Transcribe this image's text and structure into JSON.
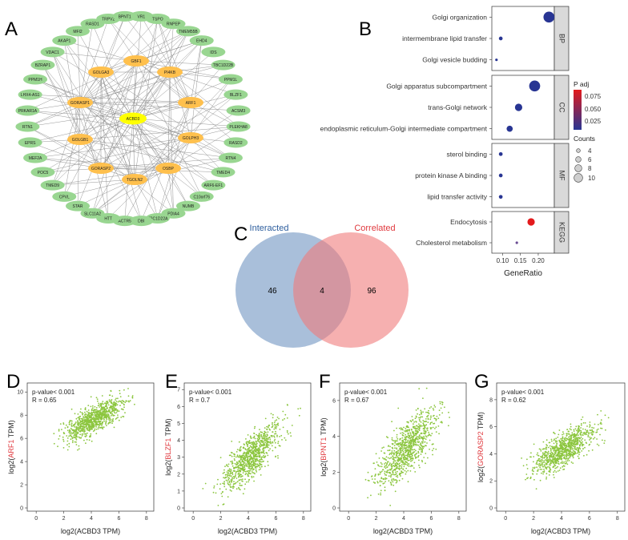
{
  "panels": {
    "A": "A",
    "B": "B",
    "C": "C",
    "D": "D",
    "E": "E",
    "F": "F",
    "G": "G"
  },
  "network": {
    "center": "ACBD3",
    "inner_nodes": [
      "GBF1",
      "PI4KB",
      "ARF1",
      "GOLPH3",
      "OSBP",
      "TGOLN2",
      "GORASP2",
      "GOLGB1",
      "GORASP1",
      "GOLGA3"
    ],
    "outer_nodes": [
      "VR1",
      "TSPO",
      "RNPEP",
      "TMEM55B",
      "EHD4",
      "IDS",
      "TBC1D22B",
      "PPM1L",
      "BLZF1",
      "ACSM3",
      "PLEKHA8",
      "RASD2",
      "RTN4",
      "TMED4",
      "ARF6-EF1",
      "C10orf76",
      "NUMB",
      "PDIA4",
      "TBC1D22A",
      "DBI",
      "ACTR5",
      "HTT",
      "SLC11A2",
      "STAR",
      "CPVL",
      "TMED9",
      "POC5",
      "MEF2A",
      "EPRS",
      "RTN1",
      "PRKAR1A",
      "LHX4-AS1",
      "PPM1H",
      "BZRAP1",
      "VDAC1",
      "AKAP1",
      "MFI2",
      "RASD1",
      "TRPV2",
      "BPNT1"
    ],
    "colors": {
      "center": "#ffff00",
      "inner": "#ffc04d",
      "outer": "#99d691",
      "edge": "#8a8a8a"
    }
  },
  "go_chart": {
    "groups": [
      {
        "name": "BP",
        "terms": [
          {
            "term": "Golgi organization",
            "ratio": 0.23,
            "counts": 10,
            "padj": 0.012
          },
          {
            "term": "intermembrane lipid transfer",
            "ratio": 0.095,
            "counts": 4,
            "padj": 0.012
          },
          {
            "term": "Golgi vesicle budding",
            "ratio": 0.083,
            "counts": 3,
            "padj": 0.012
          }
        ]
      },
      {
        "name": "CC",
        "terms": [
          {
            "term": "Golgi apparatus subcompartment",
            "ratio": 0.19,
            "counts": 10,
            "padj": 0.012
          },
          {
            "term": "trans-Golgi network",
            "ratio": 0.145,
            "counts": 7,
            "padj": 0.014
          },
          {
            "term": "endoplasmic reticulum-Golgi intermediate compartment",
            "ratio": 0.12,
            "counts": 6,
            "padj": 0.014
          }
        ]
      },
      {
        "name": "MF",
        "terms": [
          {
            "term": "sterol binding",
            "ratio": 0.095,
            "counts": 4,
            "padj": 0.012
          },
          {
            "term": "protein kinase A binding",
            "ratio": 0.095,
            "counts": 4,
            "padj": 0.012
          },
          {
            "term": "lipid transfer activity",
            "ratio": 0.095,
            "counts": 4,
            "padj": 0.012
          }
        ]
      },
      {
        "name": "KEGG",
        "terms": [
          {
            "term": "Endocytosis",
            "ratio": 0.18,
            "counts": 7,
            "padj": 0.085
          },
          {
            "term": "Cholesterol metabolism",
            "ratio": 0.14,
            "counts": 3,
            "padj": 0.045
          }
        ]
      }
    ],
    "xlabel": "GeneRatio",
    "xticks": [
      0.1,
      0.15,
      0.2
    ],
    "xtick_labels": [
      "0.10",
      "0.15",
      "0.20"
    ],
    "xlim": [
      0.07,
      0.245
    ],
    "padj_title": "P adj",
    "padj_ticks": [
      "0.075",
      "0.050",
      "0.025"
    ],
    "counts_title": "Counts",
    "counts_ticks": [
      "4",
      "6",
      "8",
      "10"
    ],
    "colors": {
      "low": "#283593",
      "high": "#e31a1c"
    }
  },
  "venn": {
    "left_label": "Interacted",
    "right_label": "Correlated",
    "left_only": "46",
    "overlap": "4",
    "right_only": "96",
    "left_color": "#6f94c2",
    "right_color": "#f07b7b",
    "left_label_color": "#2d5e9e",
    "right_label_color": "#e0393e"
  },
  "scatter_common": {
    "xlabel": "log2(ACBD3 TPM)",
    "ylabel_prefix": "log2(",
    "ylabel_suffix": " TPM)",
    "pvalue": "p-value< 0.001",
    "xticks": [
      "0",
      "2",
      "4",
      "6",
      "8"
    ],
    "point_color": "#8cc63f",
    "gene_color": "#e0393e"
  },
  "scatters": [
    {
      "panel": "D",
      "gene": "ARF1",
      "r": "R = 0.65",
      "yticks": [
        "0",
        "2",
        "4",
        "6",
        "8",
        "10"
      ]
    },
    {
      "panel": "E",
      "gene": "BLZF1",
      "r": "R = 0.7",
      "yticks": [
        "0",
        "1",
        "2",
        "3",
        "4",
        "5",
        "6",
        "7"
      ]
    },
    {
      "panel": "F",
      "gene": "BPNT1",
      "r": "R = 0.67",
      "yticks": [
        "0",
        "2",
        "4",
        "6"
      ]
    },
    {
      "panel": "G",
      "gene": "GORASP2",
      "r": "R = 0.62",
      "yticks": [
        "0",
        "2",
        "4",
        "6",
        "8"
      ]
    }
  ]
}
